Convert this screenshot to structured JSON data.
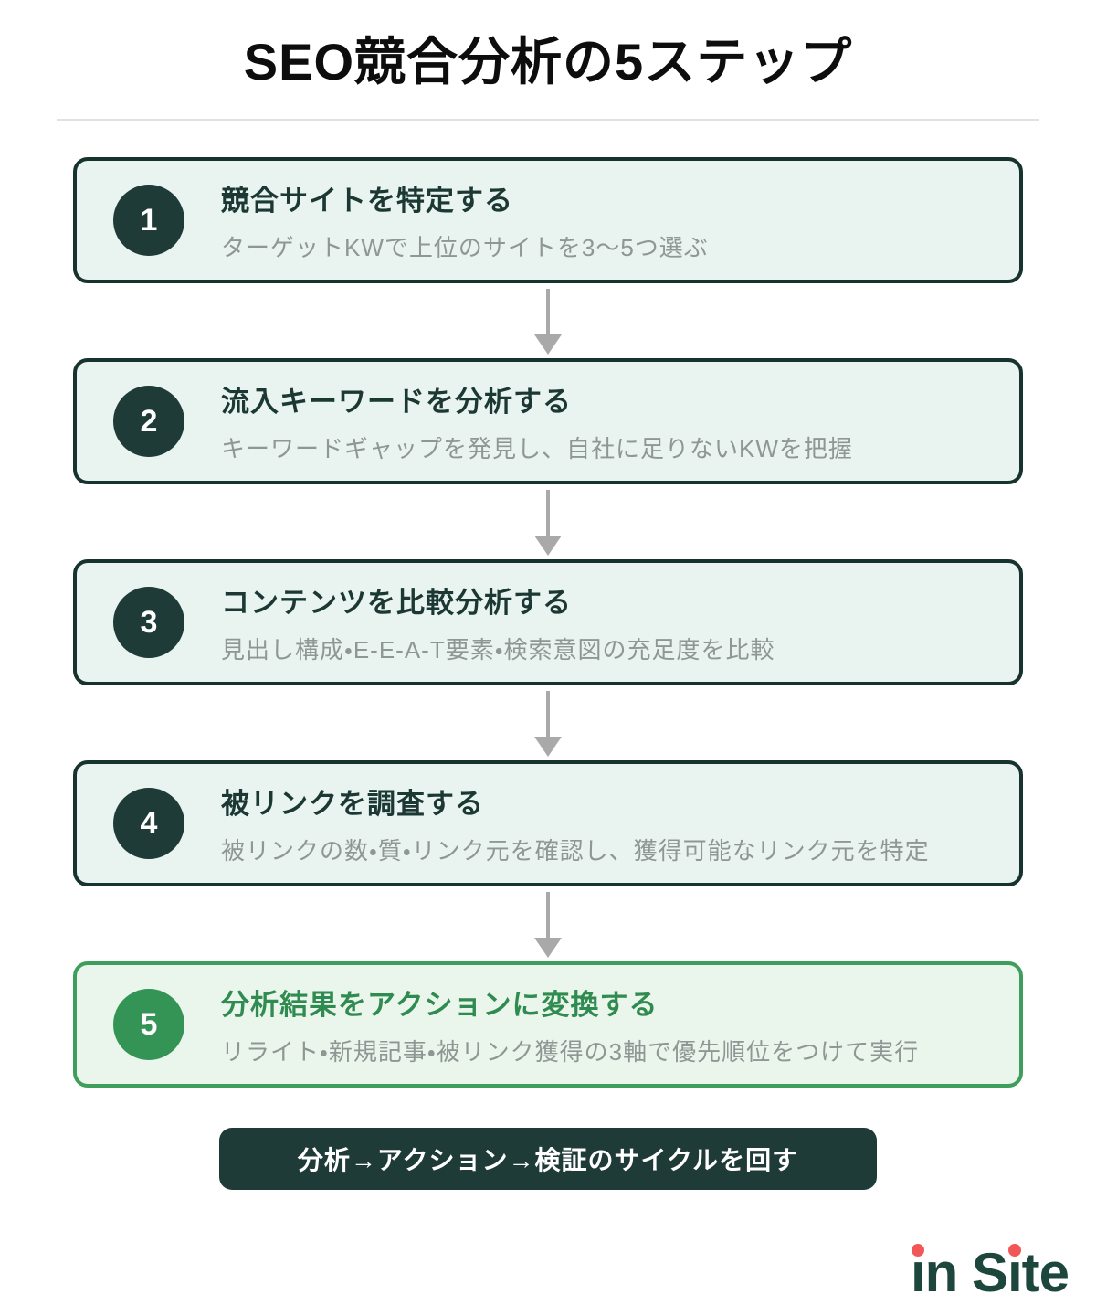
{
  "title": "SEO競合分析の5ステップ",
  "steps": [
    {
      "num": "1",
      "title": "競合サイトを特定する",
      "desc": "ターゲットKWで上位のサイトを3〜5つ選ぶ",
      "accent": "dark"
    },
    {
      "num": "2",
      "title": "流入キーワードを分析する",
      "desc": "キーワードギャップを発見し、自社に足りないKWを把握",
      "accent": "dark"
    },
    {
      "num": "3",
      "title": "コンテンツを比較分析する",
      "desc": "見出し構成・E-E-A-T要素・検索意図の充足度を比較",
      "accent": "dark"
    },
    {
      "num": "4",
      "title": "被リンクを調査する",
      "desc": "被リンクの数・質・リンク元を確認し、獲得可能なリンク元を特定",
      "accent": "dark"
    },
    {
      "num": "5",
      "title": "分析結果をアクションに変換する",
      "desc": "リライト・新規記事・被リンク獲得の3軸で優先順位をつけて実行",
      "accent": "green"
    }
  ],
  "footer_pill": "分析→アクション→検証のサイクルを回す",
  "logo": {
    "text": "in Site",
    "i_glyph": "ı",
    "part_after_first_i": "n S",
    "part_after_second_i": "te"
  },
  "colors": {
    "dark_border": "#17332e",
    "dark_fill": "#1e3b37",
    "box_bg": "#e9f3f0",
    "green_border": "#3f9e5c",
    "green_fill": "#339455",
    "green_bg": "#eaf5ec",
    "green_title": "#2f8b4f",
    "title_black": "#0d0d0d",
    "box_title": "#1c3833",
    "desc_gray": "#8f9794",
    "arrow_gray": "#a9a9a9",
    "divider": "#e2e2e2",
    "logo_green": "#1d473d",
    "logo_red": "#f25757"
  }
}
